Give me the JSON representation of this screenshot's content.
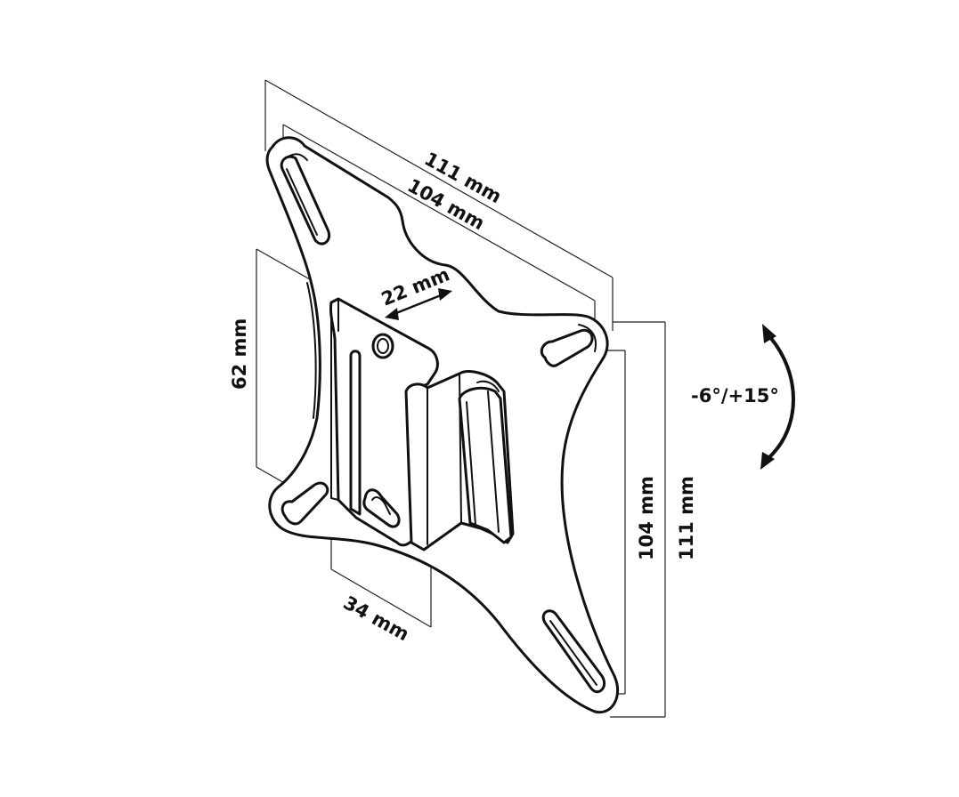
{
  "dimensions": {
    "top_outer": "111 mm",
    "top_inner": "104 mm",
    "slot_width": "22 mm",
    "bracket_height": "62 mm",
    "bracket_width": "34 mm",
    "right_inner": "104 mm",
    "right_outer": "111 mm",
    "tilt_range": "-6°/+15°"
  },
  "icons": {
    "tilt_arrow": "curved-double-arrow-icon",
    "slot_arrow": "double-arrow-icon"
  },
  "colors": {
    "line": "#111111",
    "background": "#ffffff"
  }
}
